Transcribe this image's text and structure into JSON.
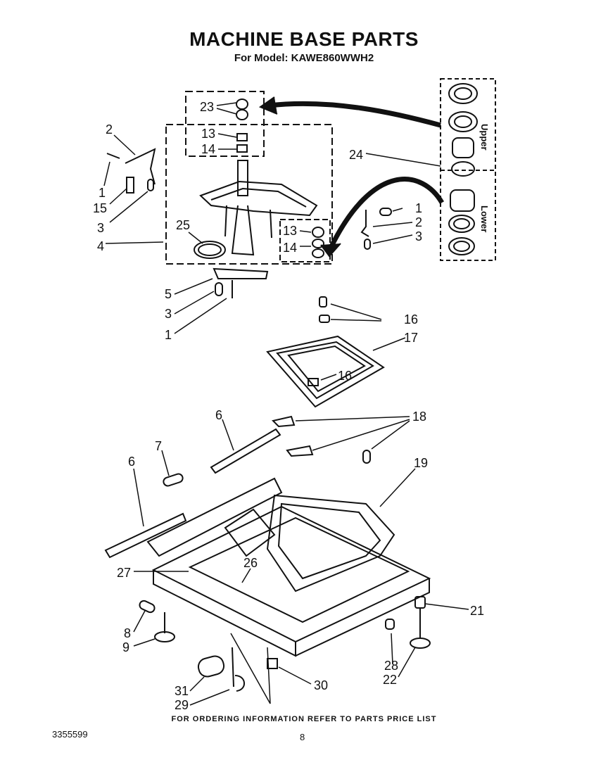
{
  "header": {
    "title": "MACHINE BASE PARTS",
    "subtitle": "For Model: KAWE860WWH2"
  },
  "footer": {
    "note": "FOR ORDERING INFORMATION REFER TO PARTS PRICE LIST",
    "doc_number": "3355599",
    "page_number": "8"
  },
  "inset_labels": {
    "upper": "Upper",
    "lower": "Lower"
  },
  "callouts": {
    "c23": "23",
    "c13a": "13",
    "c14a": "14",
    "c2a": "2",
    "c1a": "1",
    "c15": "15",
    "c3a": "3",
    "c4": "4",
    "c25": "25",
    "c24": "24",
    "c1b": "1",
    "c2b": "2",
    "c3b": "3",
    "c13b": "13",
    "c14b": "14",
    "c5": "5",
    "c3c": "3",
    "c1c": "1",
    "c16a": "16",
    "c17": "17",
    "c16b": "16",
    "c6a": "6",
    "c7": "7",
    "c6b": "6",
    "c18": "18",
    "c19": "19",
    "c27": "27",
    "c26": "26",
    "c21": "21",
    "c8": "8",
    "c9": "9",
    "c28": "28",
    "c22": "22",
    "c31": "31",
    "c29": "29",
    "c30": "30"
  }
}
